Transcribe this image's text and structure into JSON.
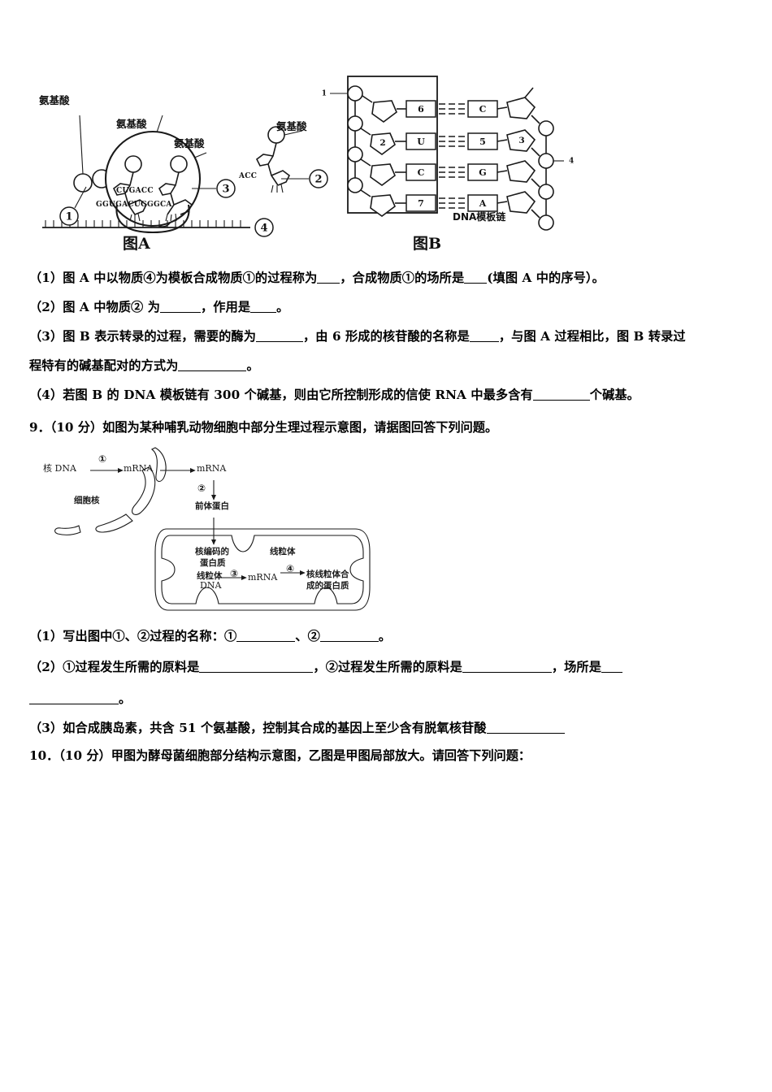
{
  "document": {
    "type": "exam-paper",
    "language": "zh-CN"
  },
  "figure_a": {
    "caption": "图A",
    "labels": {
      "amino_acid_1": "氨基酸",
      "amino_acid_2": "氨基酸",
      "amino_acid_3": "氨基酸",
      "amino_acid_4": "氨基酸"
    },
    "markers": {
      "m1": "①",
      "m2": "②",
      "m3": "③",
      "m4": "④"
    },
    "sequences": {
      "anticodon_top": "CUGACC",
      "mrna_bottom": "GGUGACUGGGCA",
      "free_trna_end": "ACC"
    }
  },
  "figure_b": {
    "caption": "图B",
    "template_label": "DNA模板链",
    "markers": {
      "m1": "1",
      "m2": "2",
      "m3": "3",
      "m4": "4"
    },
    "rna_strand_bases": [
      "6",
      "U",
      "C",
      "7"
    ],
    "dna_strand_bases": [
      "C",
      "5",
      "G",
      "A"
    ]
  },
  "question_8": {
    "sub1": {
      "prefix": "（1）图 A 中以物质④为模板合成物质①的过程称为",
      "mid": "，合成物质①的场所是",
      "suffix": "(填图 A 中的序号）。"
    },
    "sub2": {
      "prefix": "（2）图 A 中物质② 为",
      "mid": "，作用是",
      "suffix": "。"
    },
    "sub3": {
      "prefix": "（3）图 B 表示转录的过程，需要的酶为",
      "mid1": "，由 6 形成的核苷酸的名称是",
      "mid2": "，与图 A 过程相比，图 B 转录过",
      "line2_prefix": "程特有的碱基配对的方式为",
      "line2_suffix": "。"
    },
    "sub4": {
      "prefix": "（4）若图 B 的 DNA 模板链有 300 个碱基，则由它所控制形成的信使 RNA 中最多含有",
      "suffix": "个碱基。"
    }
  },
  "question_9": {
    "number": "9．",
    "score": "（10 分）",
    "stem": "如图为某种哺乳动物细胞中部分生理过程示意图，请据图回答下列问题。",
    "diagram": {
      "nuclear_dna": "核 DNA",
      "mrna_nucleus": "mRNA",
      "mrna_cytosol": "mRNA",
      "nucleus_label": "细胞核",
      "precursor_protein": "前体蛋白",
      "nuclear_encoded_protein_l1": "核编码的",
      "nuclear_encoded_protein_l2": "蛋白质",
      "mitochondrion_label": "线粒体",
      "mito_dna_l1": "线粒体",
      "mito_dna_l2": "DNA",
      "mito_mrna": "mRNA",
      "mito_protein_l1": "核线粒体合",
      "mito_protein_l2": "成的蛋白质",
      "markers": {
        "m1": "①",
        "m2": "②",
        "m3": "③",
        "m4": "④"
      }
    },
    "sub1": {
      "prefix": "（1）写出图中①、②过程的名称：①",
      "mid": "、②",
      "suffix": "。"
    },
    "sub2": {
      "prefix": "（2）①过程发生所需的原料是",
      "mid1": "，②过程发生所需的原料是",
      "mid2": "，场所是",
      "line2_suffix": "。"
    },
    "sub3": {
      "prefix": "（3）如合成胰岛素，共含 51 个氨基酸，控制其合成的基因上至少含有脱氧核苷酸"
    }
  },
  "question_10": {
    "number": "10．",
    "score": "（10 分）",
    "stem": "甲图为酵母菌细胞部分结构示意图，乙图是甲图局部放大。请回答下列问题："
  }
}
